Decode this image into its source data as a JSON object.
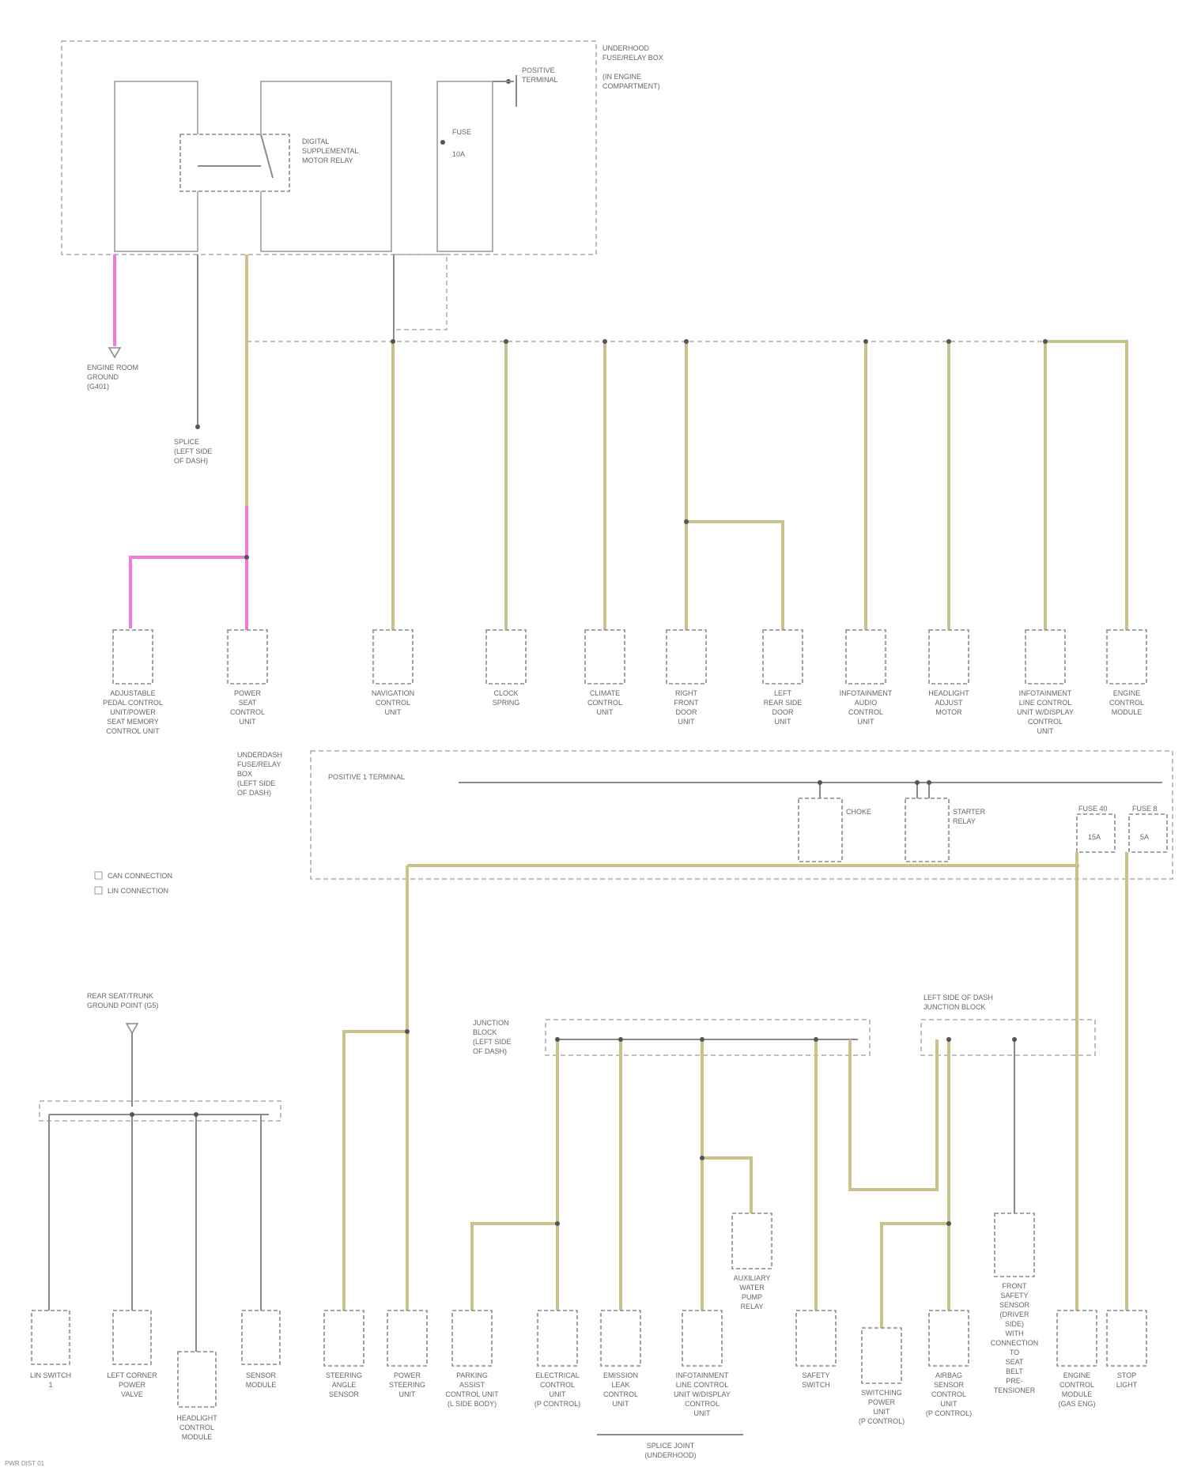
{
  "top_module": {
    "title_lines": [
      "UNDERHOOD",
      "FUSE/RELAY BOX",
      "(IN ENGINE",
      "COMPARTMENT)"
    ],
    "relay_label_lines": [
      "DIGITAL",
      "SUPPLEMENTAL",
      "MOTOR RELAY"
    ],
    "junction_label_lines": [
      "POSITIVE",
      "TERMINAL"
    ],
    "fuse_label_lines": [
      "FUSE",
      "10A"
    ]
  },
  "top_left_labels": {
    "ground_a": [
      "ENGINE ROOM",
      "GROUND",
      "(G401)"
    ],
    "splice": [
      "SPLICE",
      "(LEFT SIDE",
      "OF DASH)"
    ]
  },
  "row1_components": [
    [
      "ADJUSTABLE",
      "PEDAL CONTROL",
      "UNIT/POWER",
      "SEAT MEMORY",
      "CONTROL UNIT"
    ],
    [
      "POWER",
      "SEAT",
      "CONTROL",
      "UNIT"
    ],
    [
      "NAVIGATION",
      "CONTROL",
      "UNIT"
    ],
    [
      "CLOCK",
      "SPRING"
    ],
    [
      "CLIMATE",
      "CONTROL",
      "UNIT"
    ],
    [
      "RIGHT",
      "FRONT",
      "DOOR",
      "UNIT"
    ],
    [
      "LEFT",
      "REAR SIDE",
      "DOOR",
      "UNIT"
    ],
    [
      "INFOTAINMENT",
      "AUDIO",
      "CONTROL",
      "UNIT"
    ],
    [
      "HEADLIGHT",
      "ADJUST",
      "MOTOR"
    ],
    [
      "INFOTAINMENT",
      "LINE CONTROL",
      "UNIT W/DISPLAY",
      "CONTROL",
      "UNIT"
    ],
    [
      "ENGINE",
      "CONTROL",
      "MODULE"
    ]
  ],
  "mid_module": {
    "title_lines": [
      "UNDERDASH",
      "FUSE/RELAY",
      "BOX",
      "(LEFT SIDE",
      "OF DASH)"
    ],
    "bus_label": "POSITIVE 1 TERMINAL",
    "comp_a": "CHOKE",
    "comp_b": [
      "STARTER",
      "RELAY"
    ],
    "fuse_a": [
      "FUSE 40",
      "15A"
    ],
    "fuse_b": [
      "FUSE 8",
      "5A"
    ]
  },
  "legend": [
    "CAN CONNECTION",
    "LIN CONNECTION"
  ],
  "ground_block": {
    "title_lines": [
      "REAR SEAT/TRUNK",
      "GROUND POINT (G5)"
    ],
    "components": [
      [
        "LIN SWITCH",
        "1"
      ],
      [
        "LEFT CORNER",
        "POWER",
        "VALVE"
      ],
      [
        "HEADLIGHT",
        "CONTROL",
        "MODULE"
      ],
      [
        "SENSOR",
        "MODULE"
      ]
    ]
  },
  "lower_splice_a": [
    "JUNCTION",
    "BLOCK",
    "(LEFT SIDE",
    "OF DASH)"
  ],
  "lower_splice_b": [
    "LEFT SIDE OF DASH",
    "JUNCTION BLOCK"
  ],
  "lower_components": [
    [
      "STEERING",
      "ANGLE",
      "SENSOR"
    ],
    [
      "POWER",
      "STEERING",
      "UNIT"
    ],
    [
      "PARKING",
      "ASSIST",
      "CONTROL UNIT",
      "(L SIDE BODY)"
    ],
    [
      "ELECTRICAL",
      "CONTROL",
      "UNIT",
      "(P CONTROL)"
    ],
    [
      "EMISSION",
      "LEAK",
      "CONTROL",
      "UNIT"
    ],
    [
      "INFOTAINMENT",
      "LINE CONTROL",
      "UNIT W/DISPLAY",
      "CONTROL",
      "UNIT"
    ],
    [
      "SAFETY",
      "SWITCH"
    ],
    [
      "SWITCHING",
      "POWER",
      "UNIT",
      "(P CONTROL)"
    ],
    [
      "AIRBAG",
      "SENSOR",
      "CONTROL",
      "UNIT",
      "(P CONTROL)"
    ],
    [
      "ENGINE",
      "CONTROL",
      "MODULE",
      "(GAS ENG)"
    ],
    [
      "STOP",
      "LIGHT"
    ]
  ],
  "mid_lower_component": [
    "AUXILIARY",
    "WATER",
    "PUMP",
    "RELAY"
  ],
  "right_lower_component": [
    "FRONT",
    "SAFETY",
    "SENSOR",
    "(DRIVER",
    "SIDE)",
    "WITH",
    "CONNECTION",
    "TO",
    "SEAT",
    "BELT",
    "PRE-",
    "TENSIONER"
  ],
  "footer_bottom": [
    "SPLICE JOINT",
    "(UNDERHOOD)"
  ],
  "footer_text": "PWR DIST 01"
}
